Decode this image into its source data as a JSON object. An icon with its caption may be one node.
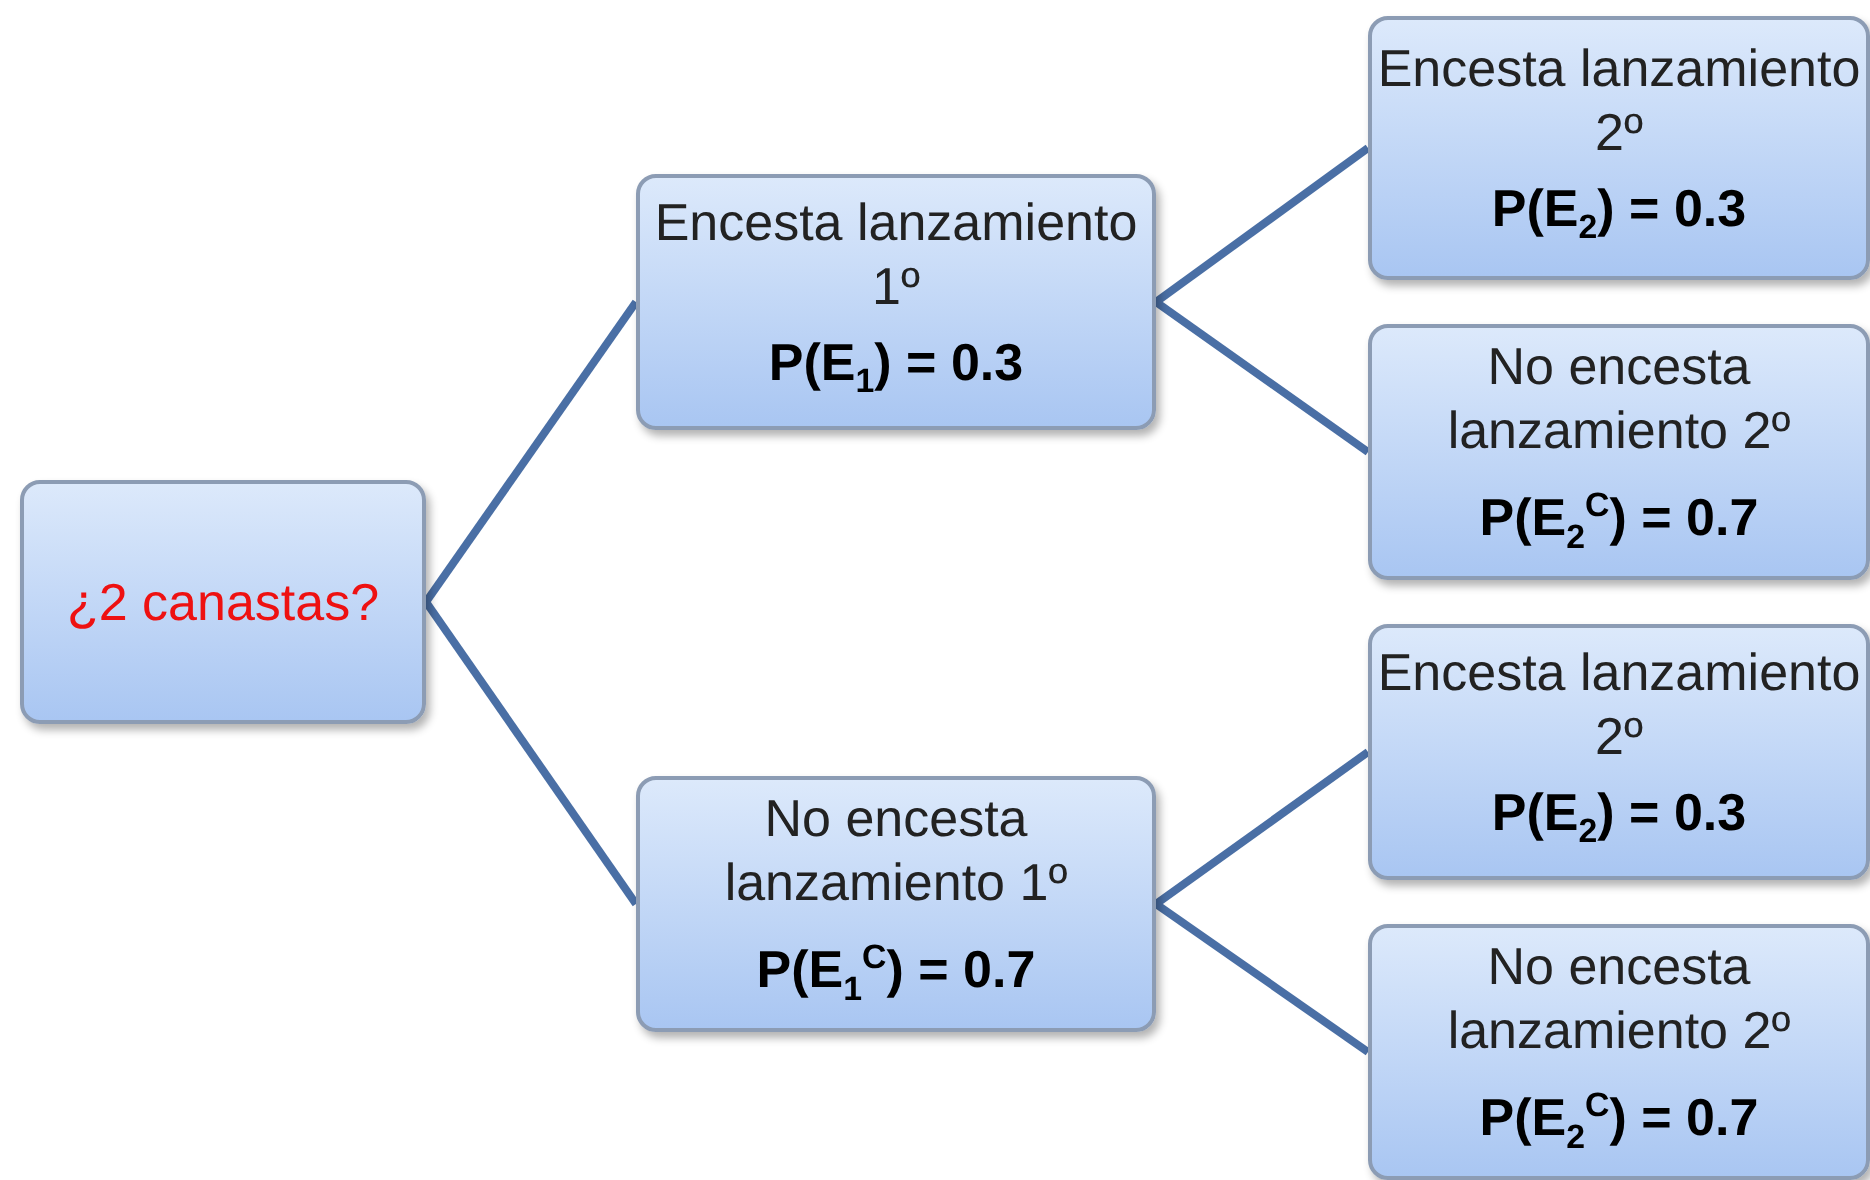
{
  "diagram": {
    "nodes": [
      {
        "text": [
          "¿2 canastas?"
        ]
      },
      {
        "text": [
          "Encesta lanzamiento 1º",
          "P(E$_{1}$) = 0.3"
        ]
      },
      {
        "text": [
          "Encesta lanzamiento 2º",
          "P(E$_{2}$) = 0.3"
        ]
      },
      {
        "text": [
          "No encesta lanzamiento 2º",
          "P(E$_{2}$$^{C}$) = 0.7"
        ]
      },
      {
        "text": [
          "No encesta lanzamiento 1º",
          "P(E$_{1}$$^{C}$) = 0.7"
        ]
      },
      {
        "text": [
          "Encesta lanzamiento 2º",
          "P(E$_{2}$) = 0.3"
        ]
      },
      {
        "text": [
          "No encesta lanzamiento 2º",
          "P(E$_{2}$$^{C}$) = 0.7"
        ]
      }
    ],
    "edges": [
      {
        "from": 0,
        "to": 1,
        "arrow": "none"
      },
      {
        "from": 0,
        "to": 4,
        "arrow": "none"
      },
      {
        "from": 1,
        "to": 2,
        "arrow": "none"
      },
      {
        "from": 1,
        "to": 3,
        "arrow": "none"
      },
      {
        "from": 4,
        "to": 5,
        "arrow": "none"
      },
      {
        "from": 4,
        "to": 6,
        "arrow": "none"
      }
    ]
  }
}
